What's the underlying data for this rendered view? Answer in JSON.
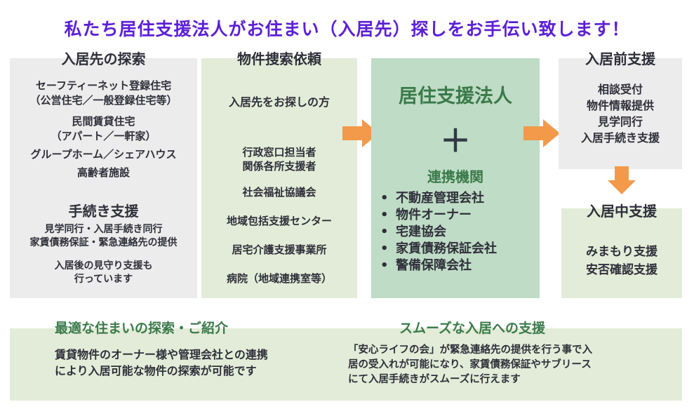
{
  "title": "私たち居住支援法人がお住まい（入居先）探しをお手伝い致します！",
  "colors": {
    "title": "#5b1fd6",
    "arrow": "#f29a4a",
    "green_text": "#3a7a4a"
  },
  "col1": {
    "header": "入居先の探索",
    "items": [
      "セーフティーネット登録住宅",
      "（公営住宅／一般登録住宅等）",
      "民間賃貸住宅",
      "（アパート／一軒家）",
      "グループホーム／シェアハウス",
      "高齢者施設"
    ],
    "support_header": "手続き支援",
    "support_lines": [
      "見学同行・入居手続き同行",
      "家賃債務保証・緊急連絡先の提供"
    ],
    "followup_lines": [
      "入居後の見守り支援も",
      "行っています"
    ]
  },
  "col2": {
    "header": "物件捜索依頼",
    "subheader": "入居先をお探しの方",
    "items": [
      "行政窓口担当者",
      "関係各所支援者",
      "社会福祉協議会",
      "地域包括支援センター",
      "居宅介護支援事業所",
      "病院（地域連携室等）"
    ]
  },
  "center": {
    "title": "居住支援法人",
    "plus": "＋",
    "partners_header": "連携機関",
    "partners": [
      "不動産管理会社",
      "物件オーナー",
      "宅建協会",
      "家賃債務保証会社",
      "警備保障会社"
    ]
  },
  "pre": {
    "header": "入居前支援",
    "items": [
      "相談受付",
      "物件情報提供",
      "見学同行",
      "入居手続き支援"
    ]
  },
  "during": {
    "header": "入居中支援",
    "items": [
      "みまもり支援",
      "安否確認支援"
    ]
  },
  "bottom": {
    "left_header": "最適な住まいの探索・ご紹介",
    "left_lines": [
      "賃貸物件のオーナー様や管理会社との連携",
      "により入居可能な物件の探索が可能です"
    ],
    "right_header": "スムーズな入居への支援",
    "right_lines": [
      "「安心ライフの会」が緊急連絡先の提供を行う事で入",
      "居の受入れが可能になり、家賃債務保証やサブリース",
      "にて入居手続きがスムーズに行えます"
    ]
  }
}
